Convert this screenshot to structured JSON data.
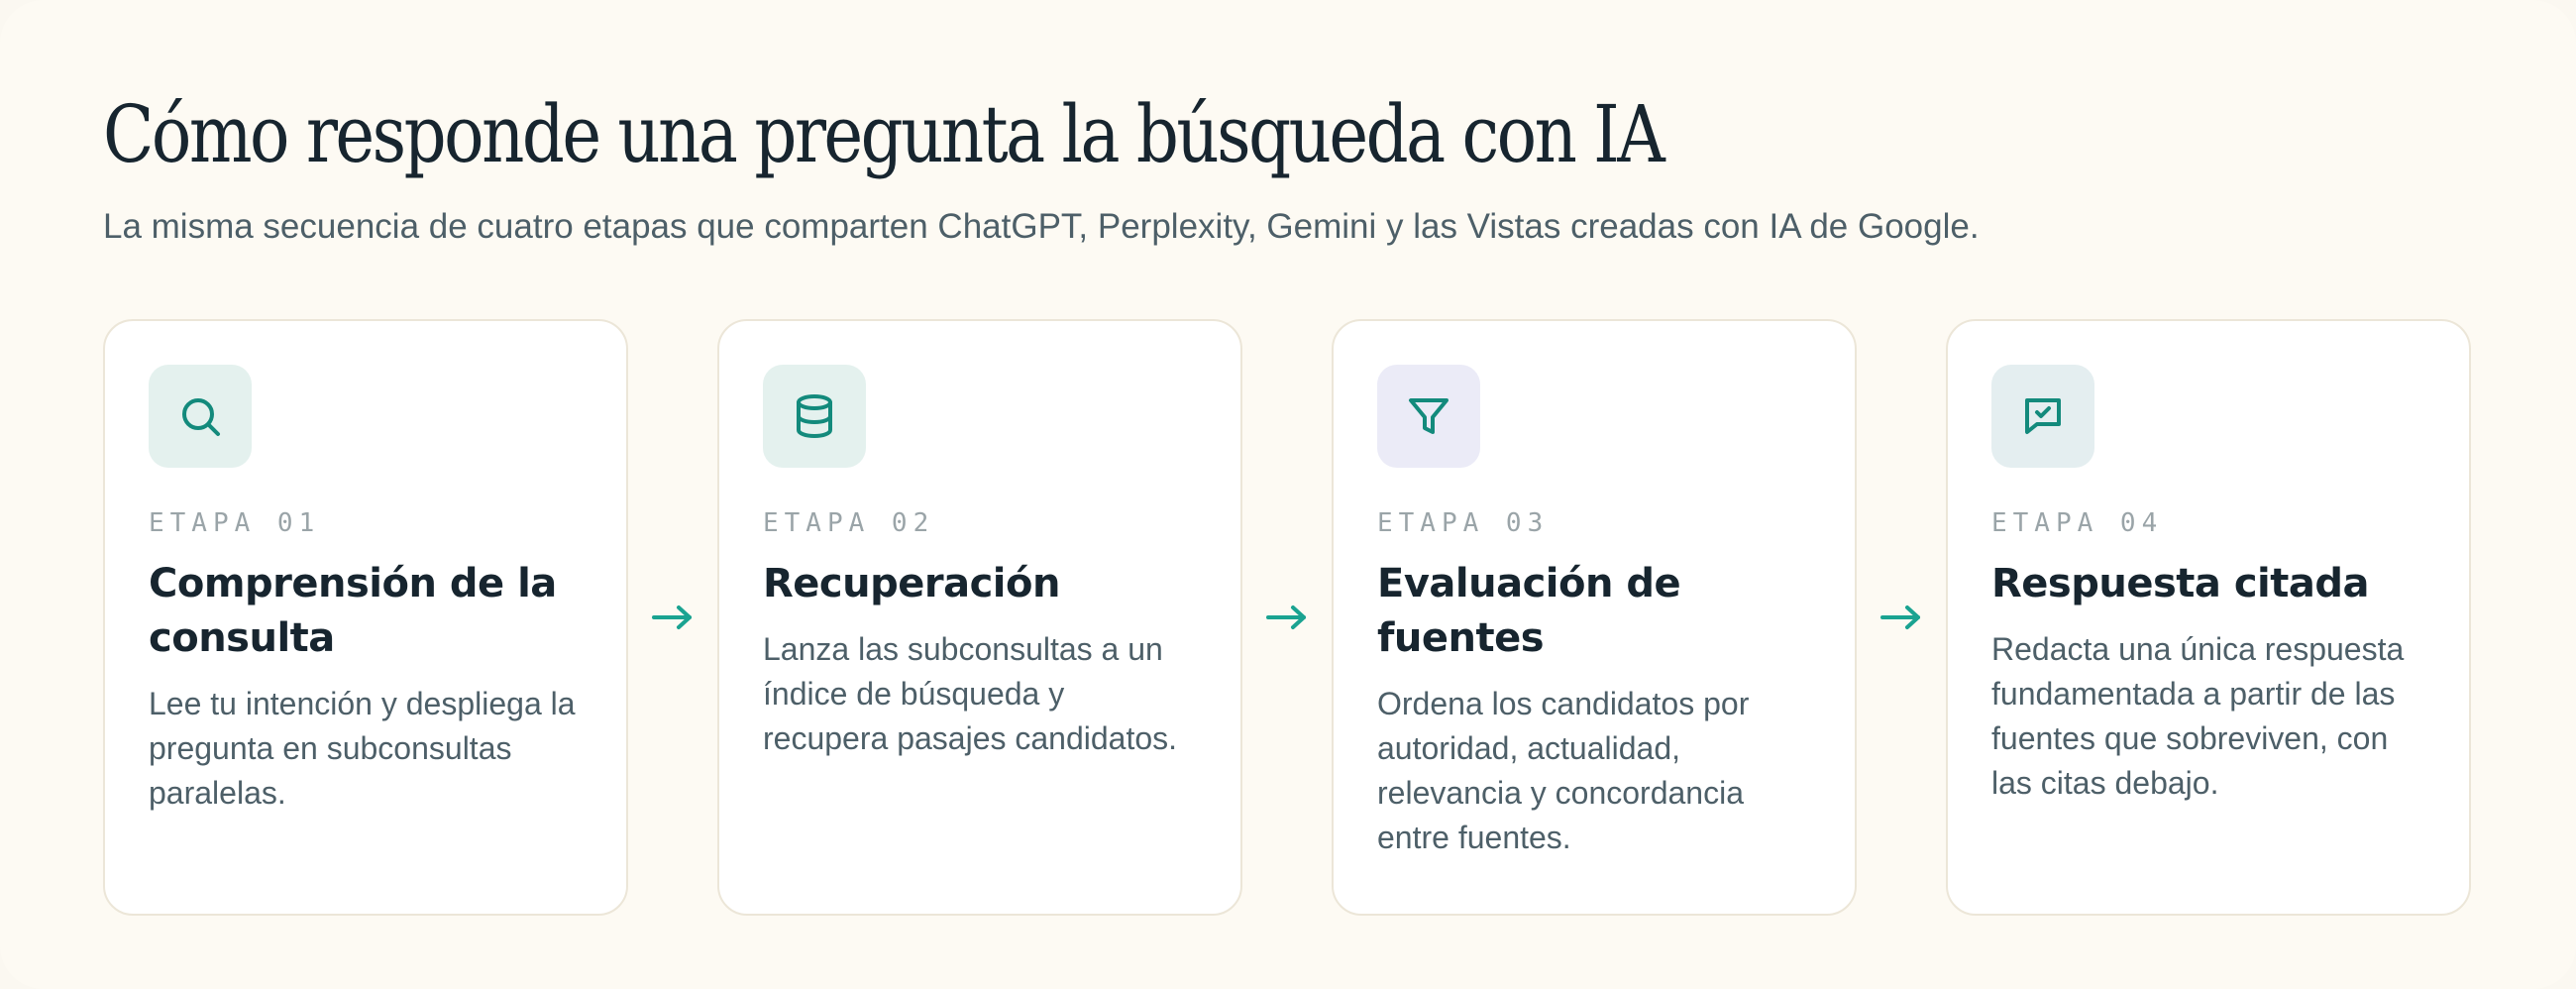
{
  "header": {
    "title": "Cómo responde una pregunta la búsqueda con IA",
    "subtitle": "La misma secuencia de cuatro etapas que comparten ChatGPT, Perplexity, Gemini y las Vistas creadas con IA de Google."
  },
  "colors": {
    "accent": "#1aa391",
    "icon_teal": "#138a7c",
    "icon_bg_mint": "#e4f1ee",
    "icon_bg_lavender": "#ebebf7",
    "icon_bg_blue_grey": "#e4eef0"
  },
  "steps": [
    {
      "icon": "search-icon",
      "label": "ETAPA 01",
      "title": "Comprensión de la consulta",
      "description": "Lee tu intención y despliega la pregunta en subconsultas paralelas."
    },
    {
      "icon": "database-icon",
      "label": "ETAPA 02",
      "title": "Recuperación",
      "description": "Lanza las subconsultas a un índice de búsqueda y recupera pasajes candidatos."
    },
    {
      "icon": "filter-icon",
      "label": "ETAPA 03",
      "title": "Evaluación de fuentes",
      "description": "Ordena los candidatos por autoridad, actualidad, relevancia y concordancia entre fuentes."
    },
    {
      "icon": "message-check-icon",
      "label": "ETAPA 04",
      "title": "Respuesta citada",
      "description": "Redacta una única respuesta fundamentada a partir de las fuentes que sobreviven, con las citas debajo."
    }
  ]
}
